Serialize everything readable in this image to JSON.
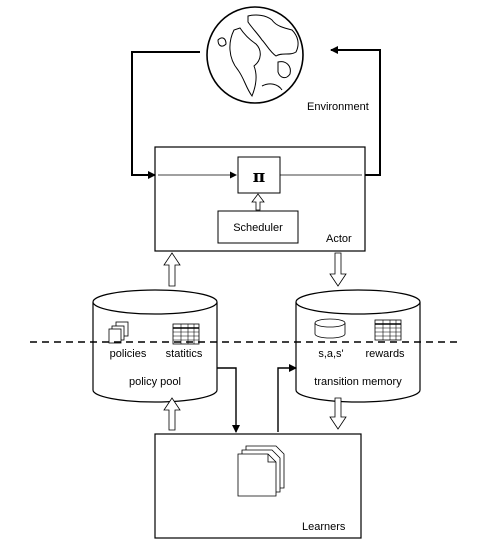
{
  "diagram": {
    "environment": {
      "label": "Environment"
    },
    "actor": {
      "label": "Actor",
      "policy_symbol": "π",
      "scheduler_label": "Scheduler"
    },
    "policy_pool": {
      "label": "policy pool",
      "items": [
        "policies",
        "statitics"
      ]
    },
    "transition_memory": {
      "label": "transition memory",
      "items": [
        "s,a,s'",
        "rewards"
      ]
    },
    "learners": {
      "label": "Learners"
    },
    "colors": {
      "stroke": "#000000",
      "background": "#ffffff"
    }
  }
}
